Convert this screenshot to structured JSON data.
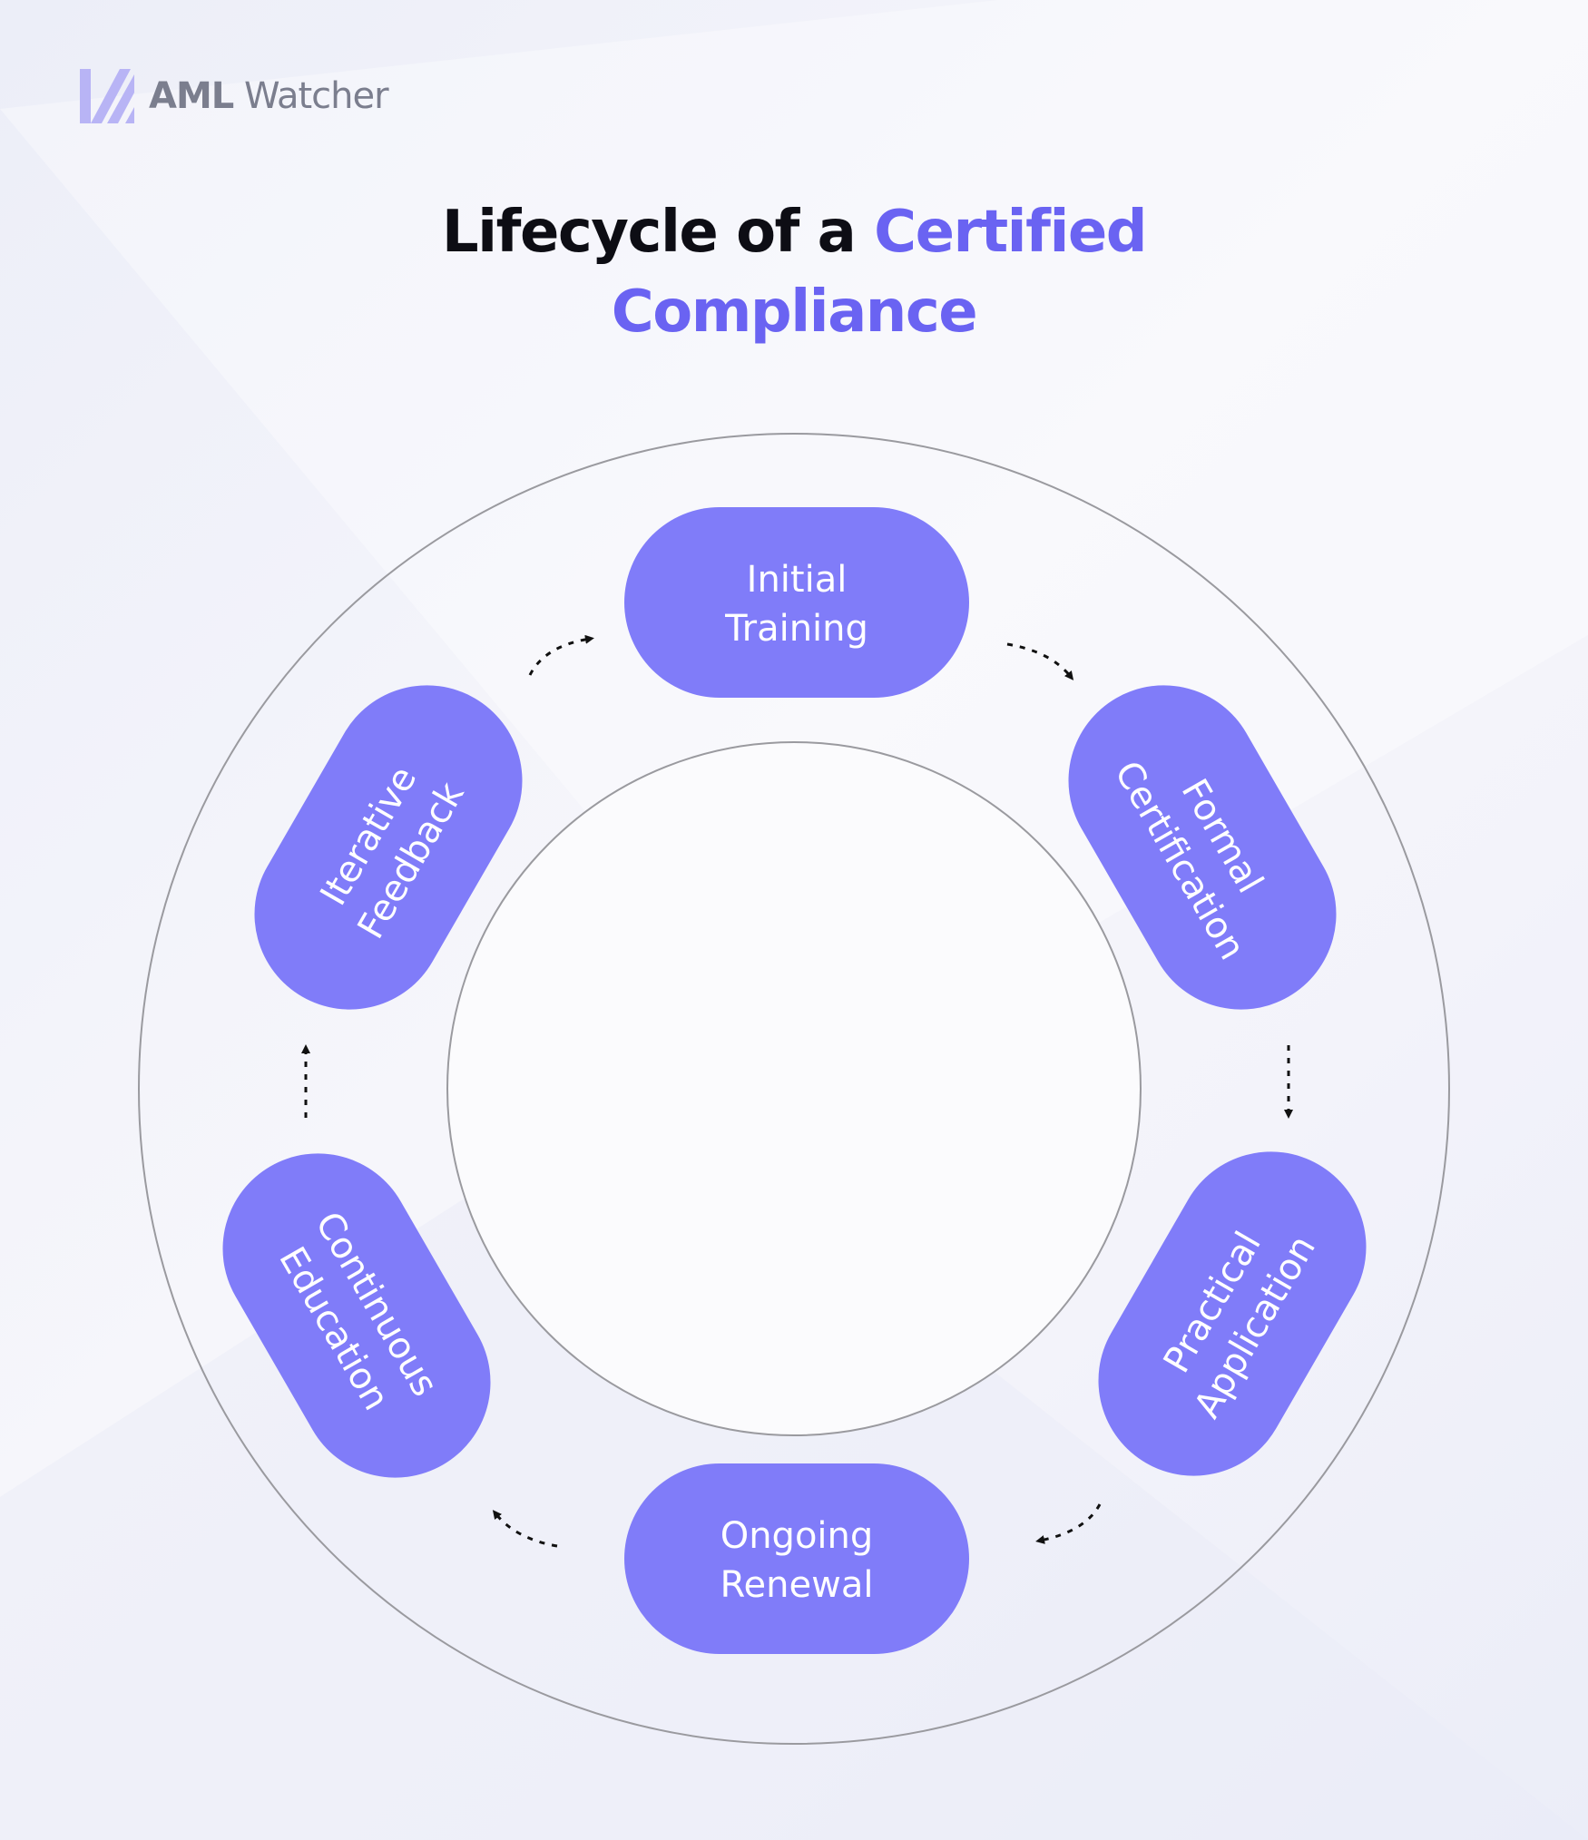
{
  "brand": {
    "name_bold": "AML",
    "name_regular": "Watcher"
  },
  "title": {
    "part1": "Lifecycle of a ",
    "part2": "Certified",
    "part3": "Compliance"
  },
  "colors": {
    "node": "#807cf9",
    "accent": "#6a63f2",
    "ring": "#9a9a9f",
    "title": "#0d0d14"
  },
  "nodes": [
    {
      "line1": "Initial",
      "line2": "Training"
    },
    {
      "line1": "Formal",
      "line2": "Certification"
    },
    {
      "line1": "Practical",
      "line2": "Application"
    },
    {
      "line1": "Ongoing",
      "line2": "Renewal"
    },
    {
      "line1": "Continuous",
      "line2": "Education"
    },
    {
      "line1": "Iterative",
      "line2": "Feedback"
    }
  ]
}
